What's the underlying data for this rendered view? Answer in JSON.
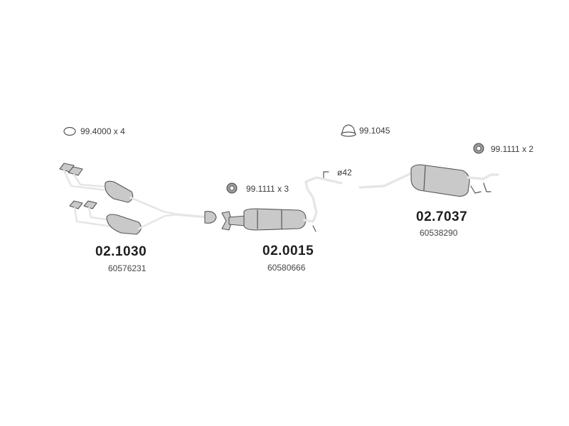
{
  "fasteners": [
    {
      "code": "99.4000",
      "qty": "x 4"
    },
    {
      "code": "99.1045"
    },
    {
      "code": "99.1111",
      "qty": "x 2"
    },
    {
      "code": "99.1111",
      "qty": "x 3"
    }
  ],
  "pipe_diameter": "ø42",
  "parts": [
    {
      "code": "02.1030",
      "ref": "60576231"
    },
    {
      "code": "02.0015",
      "ref": "60580666"
    },
    {
      "code": "02.7037",
      "ref": "60538290"
    }
  ]
}
